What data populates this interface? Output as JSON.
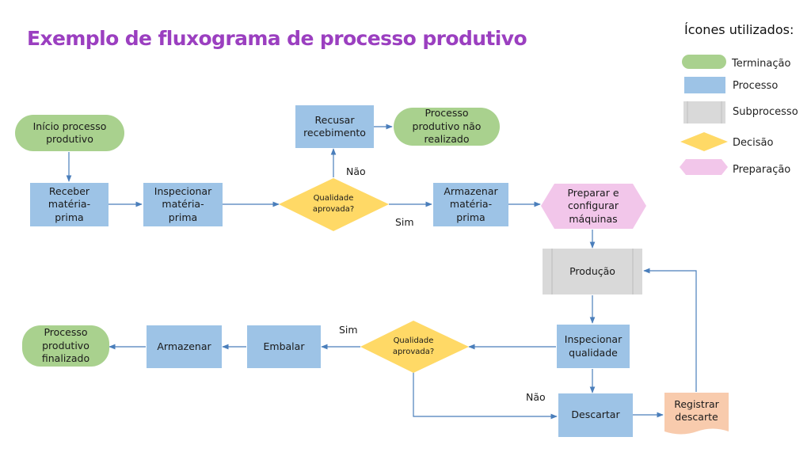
{
  "title": "Exemplo de fluxograma de processo produtivo",
  "legend": {
    "title": "Ícones utilizados:",
    "items": [
      {
        "label": "Terminação",
        "shape": "terminator",
        "color": "#a9d18e"
      },
      {
        "label": "Processo",
        "shape": "process",
        "color": "#9dc3e6"
      },
      {
        "label": "Subprocesso",
        "shape": "subprocess",
        "color": "#d9d9d9"
      },
      {
        "label": "Decisão",
        "shape": "decision",
        "color": "#ffd966"
      },
      {
        "label": "Preparação",
        "shape": "preparation",
        "color": "#f2c6ea"
      }
    ]
  },
  "colors": {
    "terminator": "#a9d18e",
    "process": "#9dc3e6",
    "subprocess": "#d9d9d9",
    "decision": "#ffd966",
    "preparation": "#f2c6ea",
    "document": "#f8cbad",
    "connector": "#4a7ebb",
    "title": "#9b3fc0"
  },
  "nodes": {
    "inicio": "Início processo produtivo",
    "receber": "Receber matéria-prima",
    "inspecionar_mp": "Inspecionar matéria-prima",
    "decisao1": "Qualidade aprovada?",
    "recusar": "Recusar recebimento",
    "nao_realizado": "Processo produtivo não realizado",
    "armazenar_mp": "Armazenar matéria-prima",
    "preparar": "Preparar e configurar máquinas",
    "producao": "Produção",
    "inspecionar_q": "Inspecionar qualidade",
    "decisao2": "Qualidade aprovada?",
    "descartar": "Descartar",
    "registrar": "Registrar descarte",
    "embalar": "Embalar",
    "armazenar": "Armazenar",
    "finalizado": "Processo produtivo finalizado"
  },
  "edge_labels": {
    "decisao1_nao": "Não",
    "decisao1_sim": "Sim",
    "decisao2_sim": "Sim",
    "decisao2_nao": "Não"
  }
}
